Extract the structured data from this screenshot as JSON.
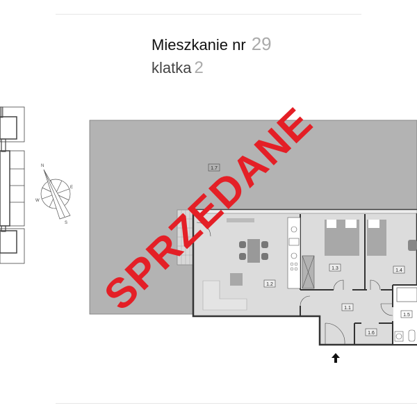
{
  "header": {
    "apartment_label": "Mieszkanie nr",
    "apartment_number": "29",
    "stairwell_label": "klatka",
    "stairwell_number": "2"
  },
  "floorplan": {
    "rooms": [
      {
        "id": "1.1"
      },
      {
        "id": "1.2"
      },
      {
        "id": "1.3"
      },
      {
        "id": "1.4"
      },
      {
        "id": "1.5"
      },
      {
        "id": "1.6"
      },
      {
        "id": "1.7"
      }
    ],
    "entrance_icon": "arrow-up-icon"
  },
  "compass": {
    "n": "N",
    "e": "E",
    "s": "S",
    "w": "W"
  },
  "stamp": {
    "text": "SPRZEDANE",
    "color": "#e41f26"
  },
  "colors": {
    "terrace": "#b3b3b3",
    "room": "#dcdcdc",
    "wall": "#333333",
    "furniture": "#a8a8a8"
  }
}
